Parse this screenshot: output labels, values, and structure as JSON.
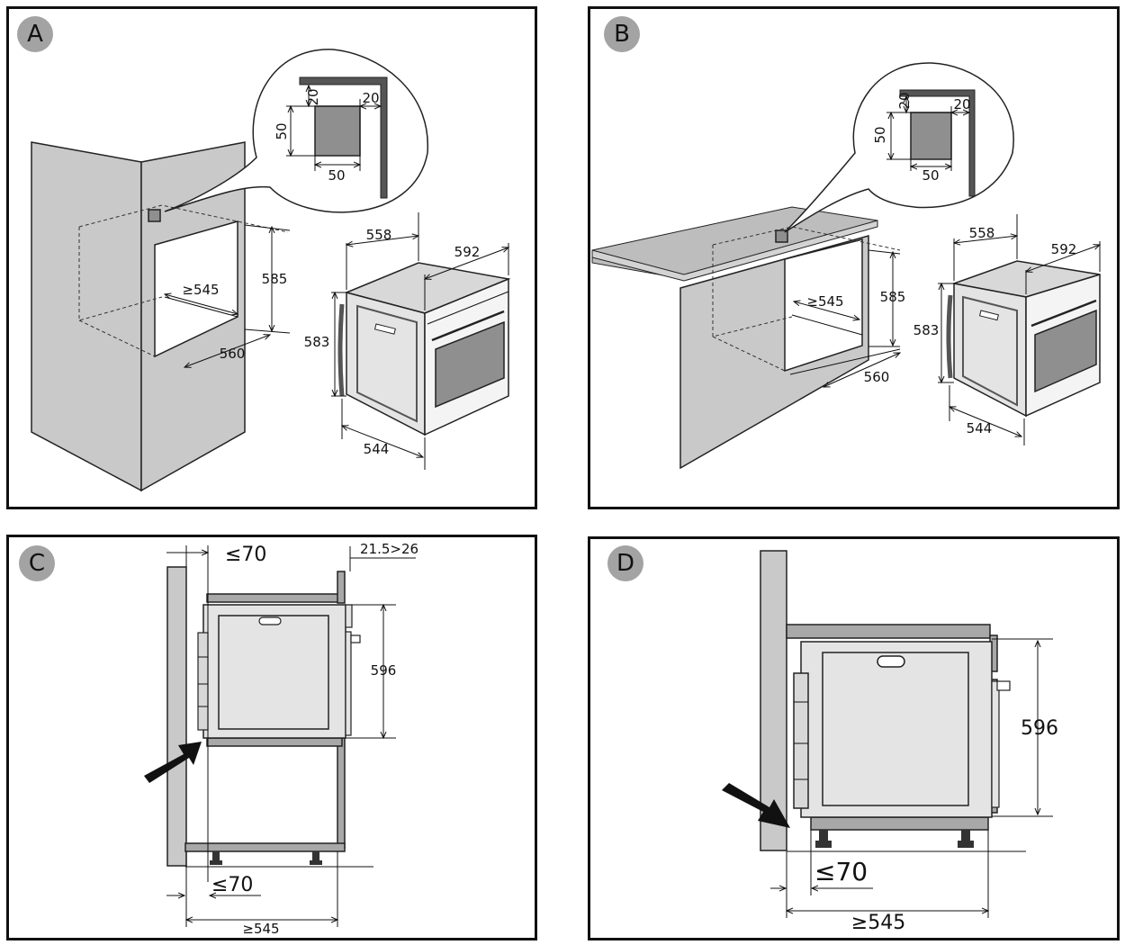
{
  "panels": {
    "a": {
      "label": "A",
      "detail": {
        "top_gap": "20",
        "side_gap": "20",
        "height": "50",
        "width": "50"
      },
      "niche": {
        "width": "≥545",
        "height": "585",
        "depth": "560"
      },
      "oven": {
        "depth_top": "558",
        "width": "592",
        "height": "583",
        "depth_bottom": "544"
      }
    },
    "b": {
      "label": "B",
      "detail": {
        "top_gap": "20",
        "side_gap": "20",
        "height": "50",
        "width": "50"
      },
      "niche": {
        "width": "≥545",
        "height": "585",
        "depth": "560"
      },
      "oven": {
        "depth_top": "558",
        "width": "592",
        "height": "583",
        "depth_bottom": "544"
      }
    },
    "c": {
      "label": "C",
      "gap_top": "≤70",
      "frame": "21.5>26",
      "height": "596",
      "gap_bottom": "≤70",
      "depth": "≥545"
    },
    "d": {
      "label": "D",
      "height": "596",
      "gap": "≤70",
      "depth": "≥545"
    }
  }
}
